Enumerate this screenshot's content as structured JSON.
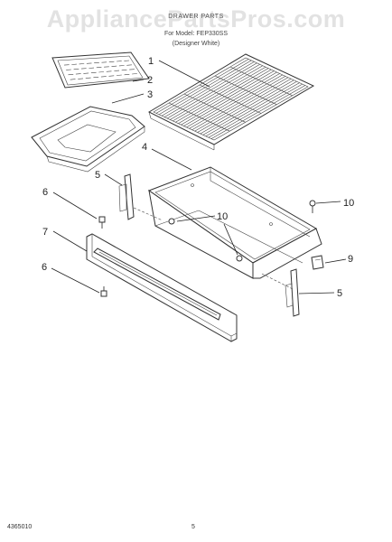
{
  "header": {
    "title": "DRAWER PARTS",
    "model": "For Model: FEP330SS",
    "note": "(Designer White)"
  },
  "watermark": "AppliancePartsPros.com",
  "footer": {
    "code": "4365010",
    "page": "5"
  },
  "callouts": {
    "c1": "1",
    "c2": "2",
    "c3": "3",
    "c4": "4",
    "c5a": "5",
    "c5b": "5",
    "c6a": "6",
    "c6b": "6",
    "c7": "7",
    "c9": "9",
    "c10a": "10",
    "c10b": "10"
  }
}
